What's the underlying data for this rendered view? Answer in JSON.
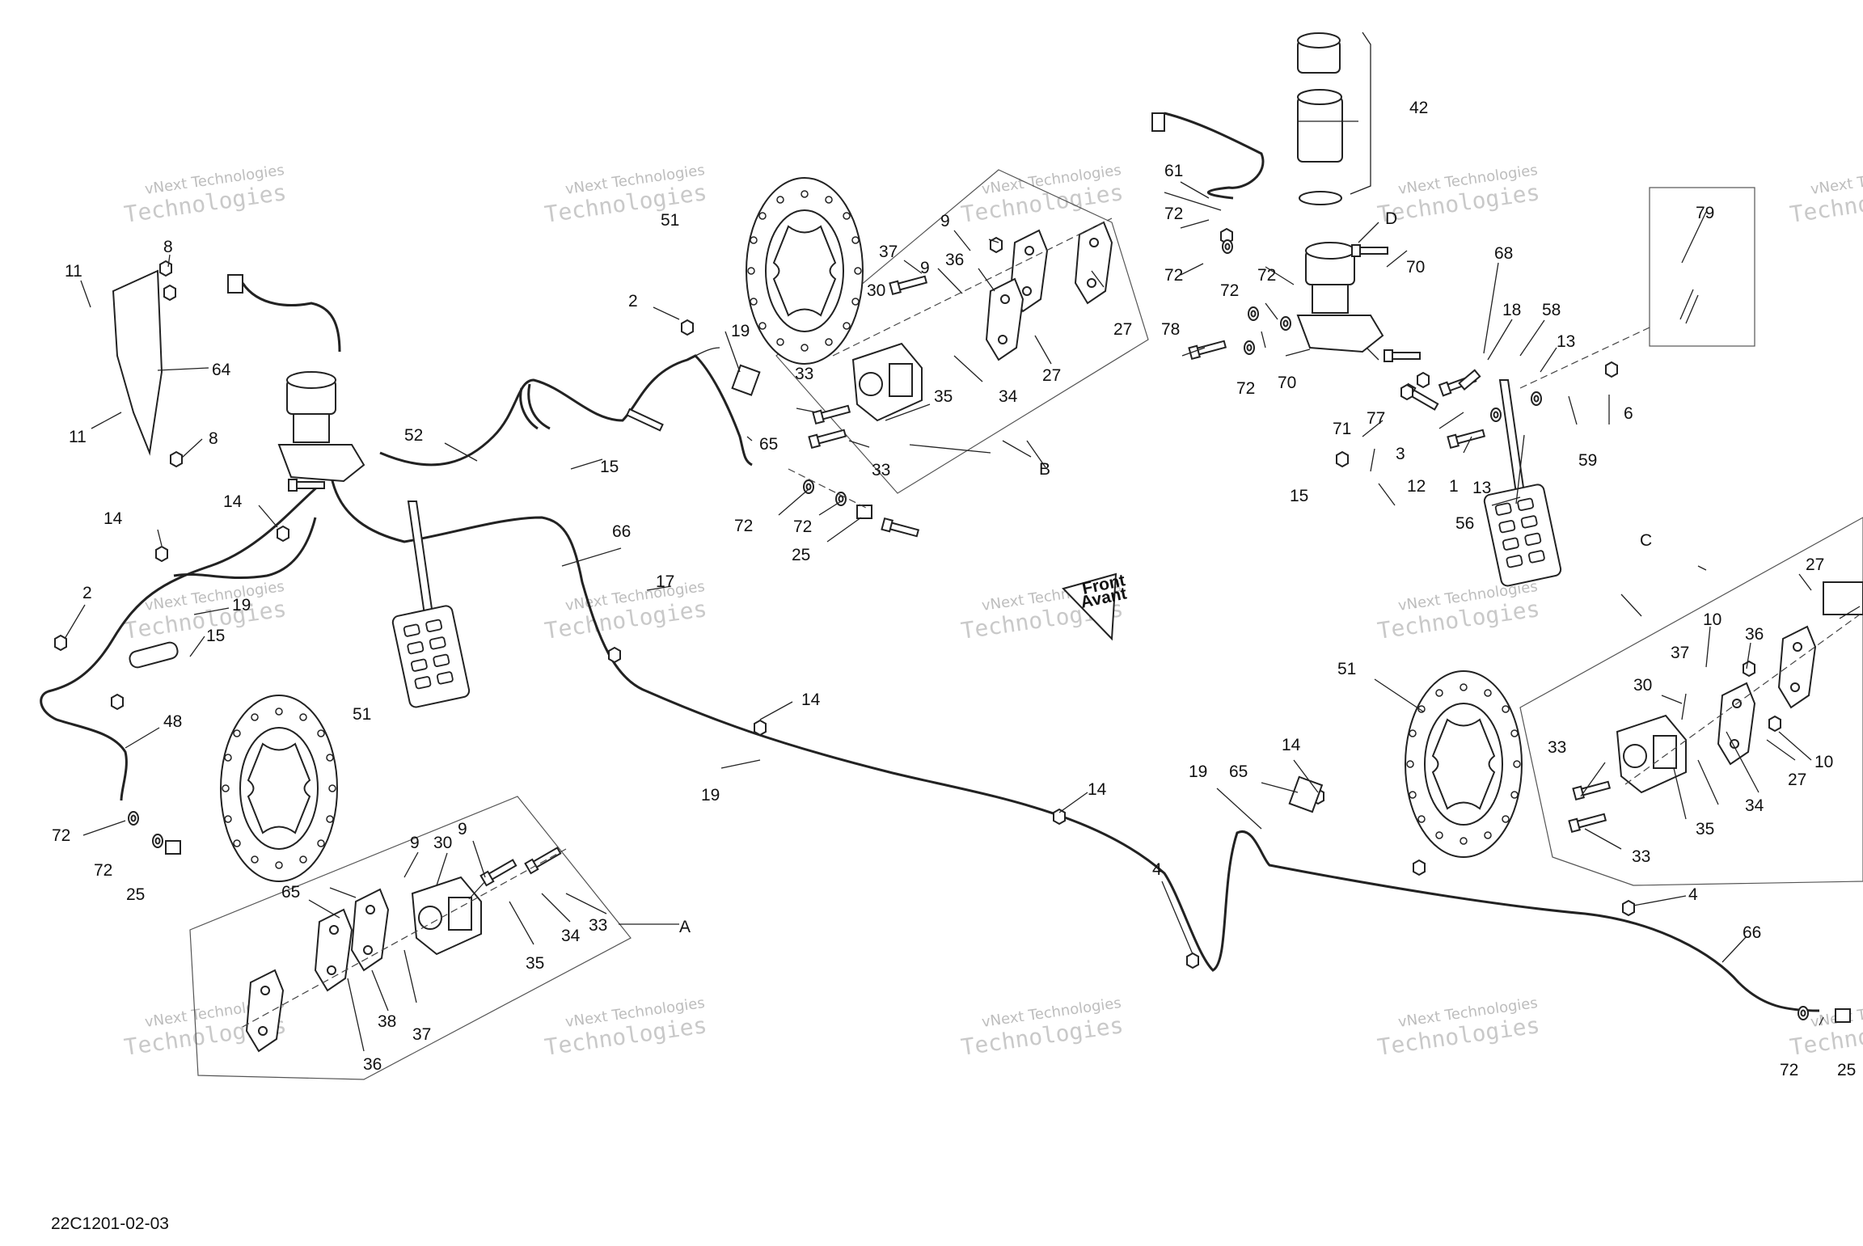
{
  "document_ref": "22C1201-02-03",
  "watermark": {
    "line1": "vNext Technologies",
    "line2": "Technologies"
  },
  "front_marker": {
    "line1": "Front",
    "line2": "Avant"
  },
  "group_labels": [
    "A",
    "B",
    "C",
    "D"
  ],
  "callouts": [
    "11",
    "8",
    "64",
    "11",
    "8",
    "2",
    "51",
    "19",
    "52",
    "14",
    "14",
    "2",
    "19",
    "15",
    "48",
    "72",
    "72",
    "25",
    "51",
    "65",
    "9",
    "30",
    "9",
    "38",
    "37",
    "36",
    "35",
    "34",
    "33",
    "A",
    "9",
    "37",
    "36",
    "30",
    "9",
    "27",
    "27",
    "33",
    "35",
    "34",
    "33",
    "B",
    "65",
    "15",
    "72",
    "72",
    "25",
    "66",
    "17",
    "14",
    "19",
    "14",
    "4",
    "19",
    "65",
    "14",
    "4",
    "66",
    "72",
    "25",
    "42",
    "61",
    "72",
    "72",
    "D",
    "72",
    "72",
    "70",
    "78",
    "72",
    "70",
    "71",
    "77",
    "15",
    "68",
    "18",
    "58",
    "13",
    "3",
    "12",
    "1",
    "13",
    "56",
    "59",
    "6",
    "79",
    "C",
    "27",
    "10",
    "36",
    "37",
    "30",
    "33",
    "33",
    "35",
    "34",
    "27",
    "10",
    "51"
  ]
}
